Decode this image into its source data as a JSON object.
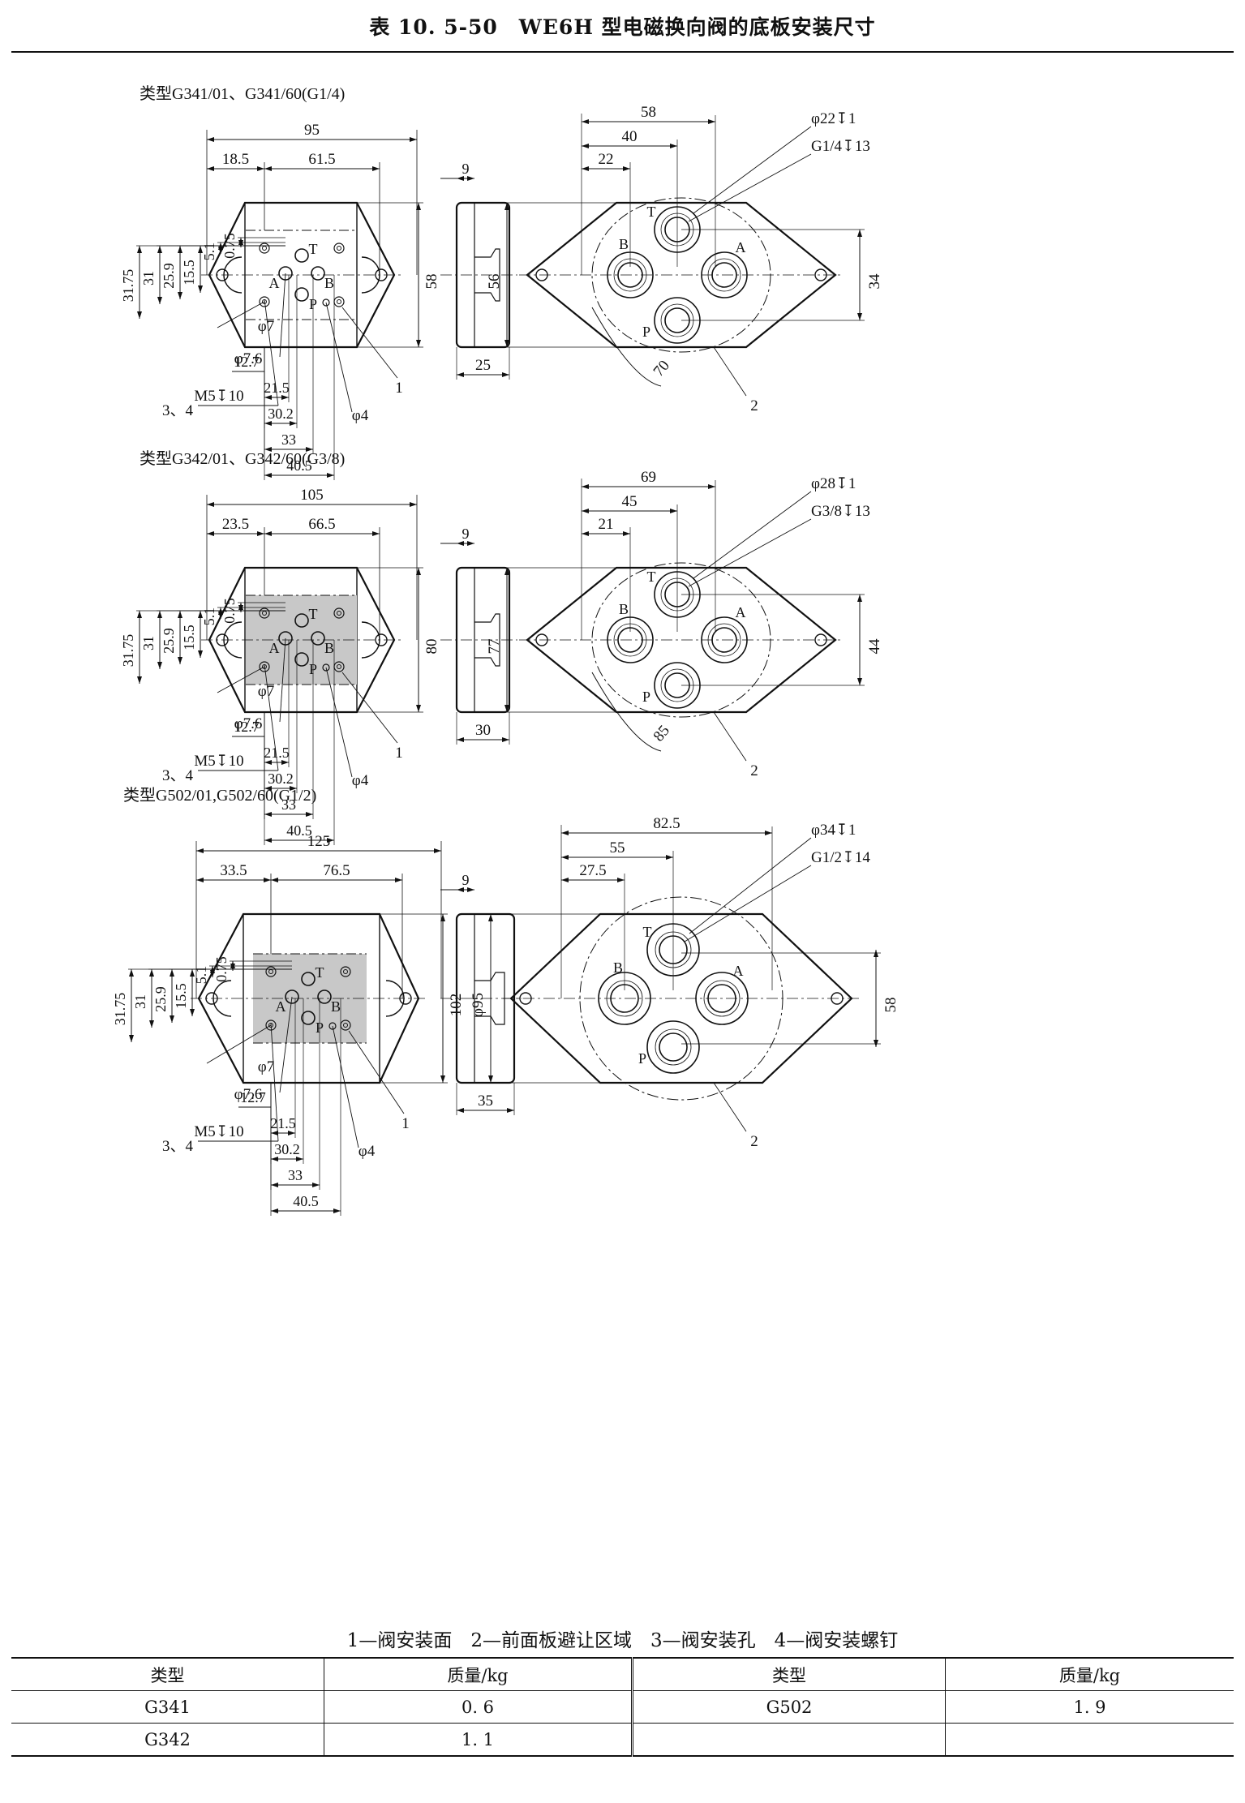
{
  "title": "表 10. 5-50　WE6H 型电磁换向阀的底板安装尺寸",
  "drawings": [
    {
      "type_label": "类型G341/01、G341/60(G1/4)",
      "dims": {
        "width_total": "95",
        "left": "18.5",
        "pitch": "61.5",
        "height": "58",
        "v1": "5.1",
        "v2": "0.75",
        "h1": "31.75",
        "h2": "31",
        "h3": "25.9",
        "h4": "15.5",
        "b1": "12.7",
        "b2": "21.5",
        "b3": "30.2",
        "b4": "33",
        "b5": "40.5",
        "side_top": "9",
        "side_bottom": "25",
        "r_a": "58",
        "r_b": "40",
        "r_c": "22",
        "r_height": "56",
        "r_port": "34",
        "r_diag": "70",
        "spot": "φ22↧1",
        "thread": "G1/4↧13"
      },
      "labels": {
        "phi7": "φ7",
        "phi76": "φ7.6",
        "m5": "M5↧10",
        "note34": "3、4",
        "phi4": "φ4",
        "item1": "1",
        "item2": "2",
        "T": "T",
        "A": "A",
        "B": "B",
        "P": "P"
      }
    },
    {
      "type_label": "类型G342/01、G342/60(G3/8)",
      "dims": {
        "width_total": "105",
        "left": "23.5",
        "pitch": "66.5",
        "height": "80",
        "v1": "5.1",
        "v2": "0.75",
        "h1": "31.75",
        "h2": "31",
        "h3": "25.9",
        "h4": "15.5",
        "b1": "12.7",
        "b2": "21.5",
        "b3": "30.2",
        "b4": "33",
        "b5": "40.5",
        "side_top": "9",
        "side_bottom": "30",
        "r_a": "69",
        "r_b": "45",
        "r_c": "21",
        "r_height": "77",
        "r_port": "44",
        "r_diag": "85",
        "spot": "φ28↧1",
        "thread": "G3/8↧13"
      },
      "labels": {
        "phi7": "φ7",
        "phi76": "φ7.6",
        "m5": "M5↧10",
        "note34": "3、4",
        "phi4": "φ4",
        "item1": "1",
        "item2": "2",
        "T": "T",
        "A": "A",
        "B": "B",
        "P": "P"
      }
    },
    {
      "type_label": "类型G502/01,G502/60(G1/2)",
      "dims": {
        "width_total": "125",
        "left": "33.5",
        "pitch": "76.5",
        "height": "102",
        "v1": "5.1",
        "v2": "0.75",
        "h1": "31.75",
        "h2": "31",
        "h3": "25.9",
        "h4": "15.5",
        "b1": "12.7",
        "b2": "21.5",
        "b3": "30.2",
        "b4": "33",
        "b5": "40.5",
        "side_top": "9",
        "side_bottom": "35",
        "r_a": "82.5",
        "r_b": "55",
        "r_c": "27.5",
        "r_height": "φ95",
        "r_port": "58",
        "r_diag": "",
        "spot": "φ34↧1",
        "thread": "G1/2↧14"
      },
      "labels": {
        "phi7": "φ7",
        "phi76": "φ7.6",
        "m5": "M5↧10",
        "note34": "3、4",
        "phi4": "φ4",
        "item1": "1",
        "item2": "2",
        "T": "T",
        "A": "A",
        "B": "B",
        "P": "P"
      }
    }
  ],
  "legend": "1—阀安装面　2—前面板避让区域　3—阀安装孔　4—阀安装螺钉",
  "mass_table": {
    "headers": [
      "类型",
      "质量/kg",
      "类型",
      "质量/kg"
    ],
    "rows": [
      [
        "G341",
        "0. 6",
        "G502",
        "1. 9"
      ],
      [
        "G342",
        "1. 1",
        "",
        ""
      ]
    ]
  },
  "colors": {
    "shade": "#c8c8c8",
    "line": "#111111"
  }
}
